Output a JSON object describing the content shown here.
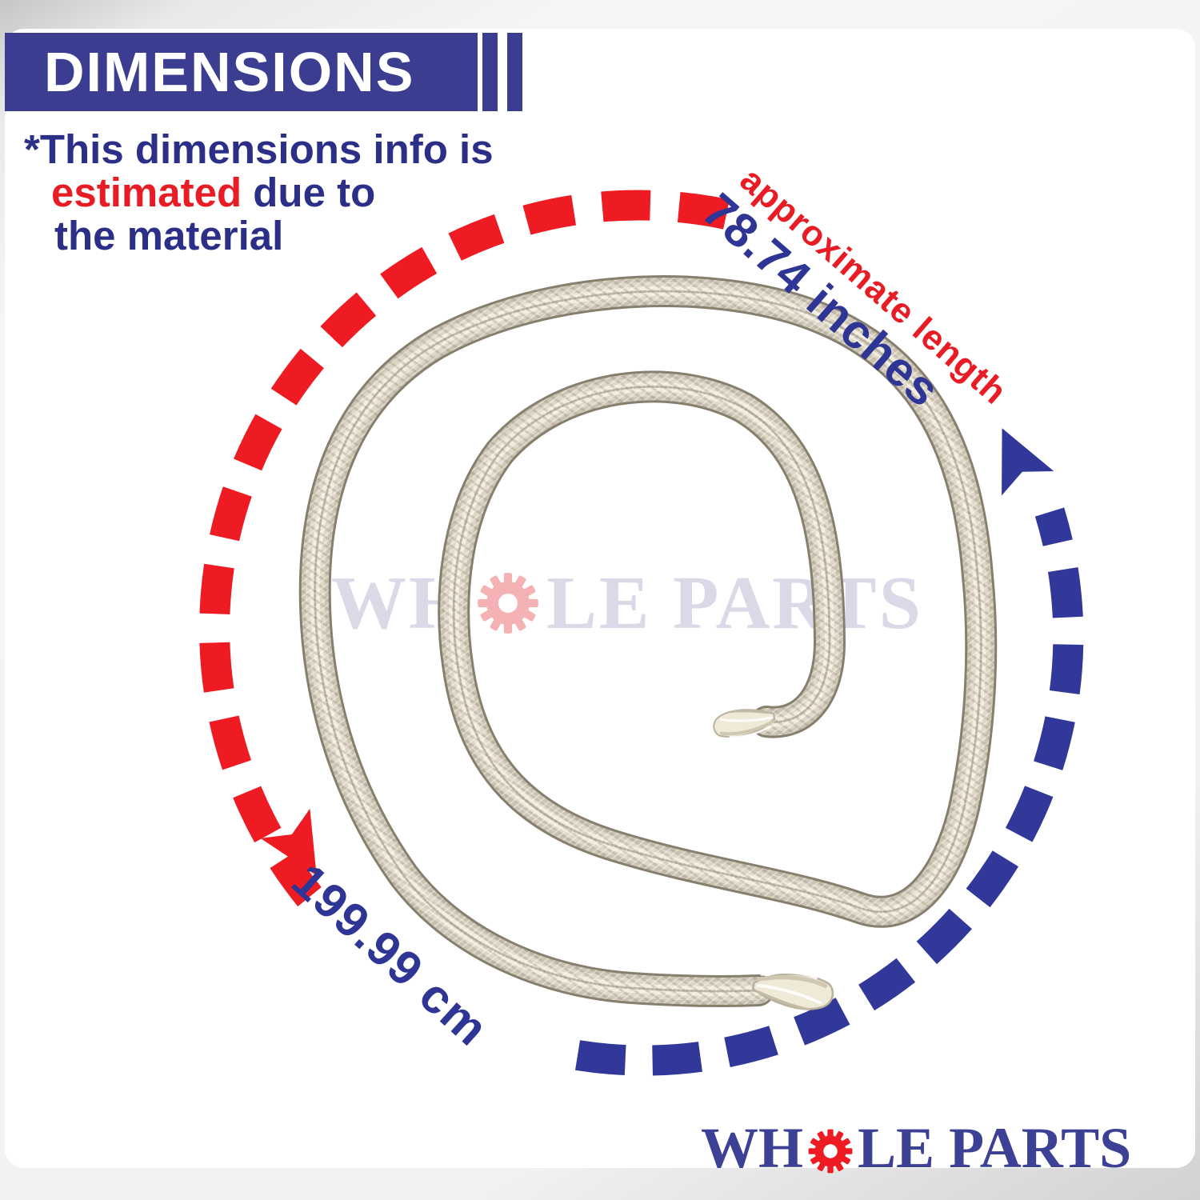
{
  "colors": {
    "banner": "#3b3e90",
    "navy-text": "#2b2f87",
    "navy-label": "#2e3595",
    "navy-dash": "#32379a",
    "navy-logo": "#3d4195",
    "red": "#e81c24",
    "red-dash": "#ee1b23",
    "watermark-text": "#d9d9e8",
    "watermark-gear": "#f4b2b4",
    "rope-edge": "#877f6d",
    "rope-body": "#cbc4b2",
    "rope-mid": "#ded7c5",
    "rope-highlight": "#f2eee0",
    "rope-seam": "#97907d",
    "fray": "#efe9d8"
  },
  "header": {
    "title": "DIMENSIONS"
  },
  "disclaimer": {
    "line1": "*This dimensions info is",
    "line2_highlight": "estimated",
    "line2_rest": " due to",
    "line3": "the material"
  },
  "measurements": {
    "approx_label": "approximate length",
    "length_inches": "78.74 inches",
    "length_cm": "199.99 cm"
  },
  "watermark": {
    "part1": "WH",
    "part2": "LE PARTS"
  },
  "logo": {
    "part1": "WH",
    "part2": "LE PARTS"
  },
  "icons": {
    "watermark_o": "gear-icon",
    "logo_o": "gear-icon"
  }
}
